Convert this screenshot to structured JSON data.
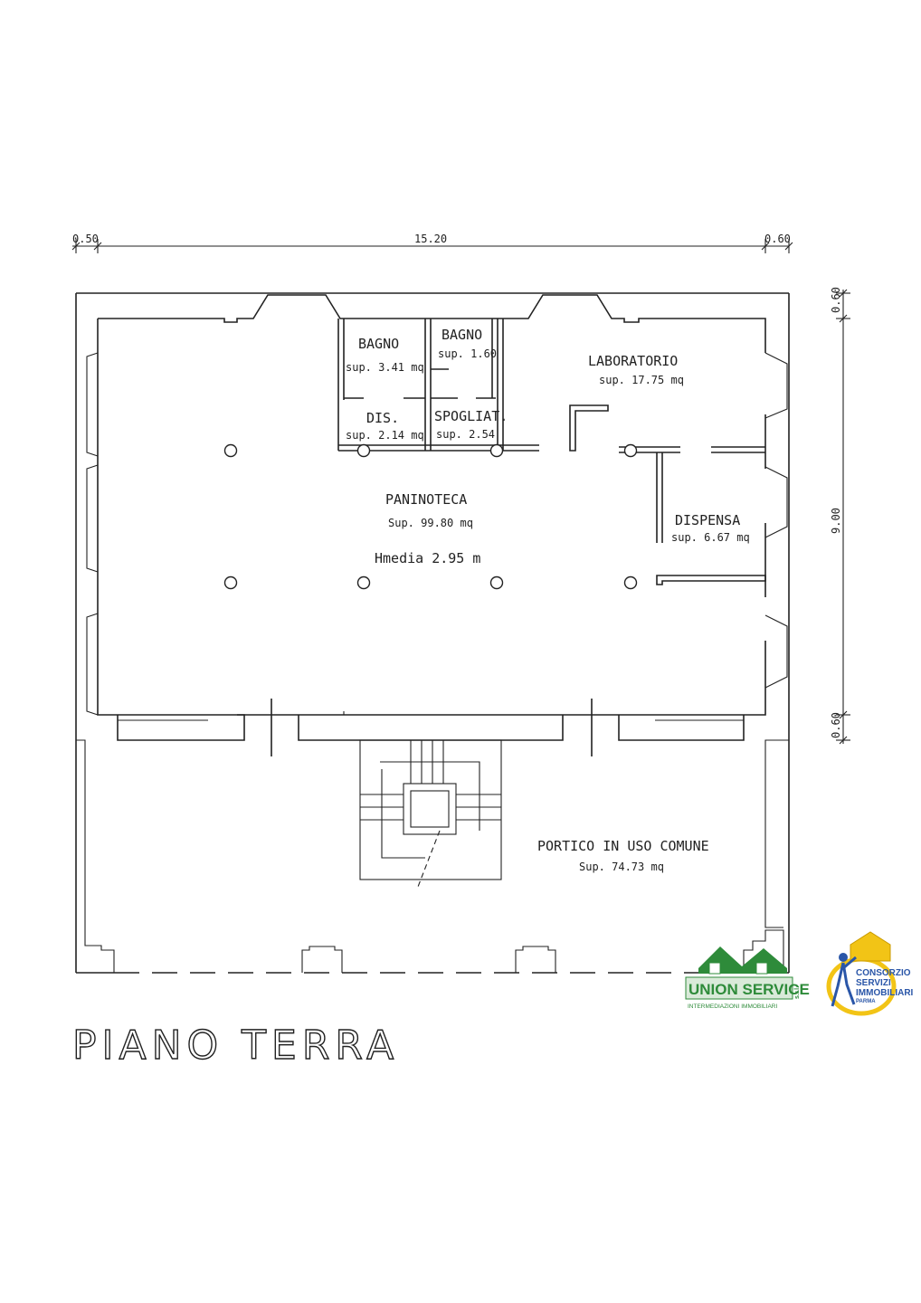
{
  "dimensions": {
    "top_left": "0.50",
    "top_main": "15.20",
    "top_right": "0.60",
    "right_top": "0.60",
    "right_main": "9.00",
    "right_bottom": "0.60"
  },
  "rooms": {
    "bagno1": {
      "name": "BAGNO",
      "area": "sup. 3.41 mq"
    },
    "bagno2": {
      "name": "BAGNO",
      "area": "sup. 1.60"
    },
    "laboratorio": {
      "name": "LABORATORIO",
      "area": "sup. 17.75 mq"
    },
    "dis": {
      "name": "DIS.",
      "area": "sup. 2.14 mq"
    },
    "spogliat": {
      "name": "SPOGLIAT.",
      "area": "sup. 2.54"
    },
    "paninoteca": {
      "name": "PANINOTECA",
      "area": "Sup. 99.80 mq",
      "height": "Hmedia 2.95 m"
    },
    "dispensa": {
      "name": "DISPENSA",
      "area": "sup. 6.67 mq"
    },
    "portico": {
      "name": "PORTICO IN USO COMUNE",
      "area": "Sup. 74.73 mq"
    }
  },
  "title": "PIANO TERRA",
  "logos": {
    "union": {
      "name": "UNION SERVICE",
      "suffix": "s.r.l.",
      "tagline": "INTERMEDIAZIONI IMMOBILIARI"
    },
    "consorzio": {
      "line1": "CONSORZIO",
      "line2": "SERVIZI",
      "line3": "IMMOBILIARI",
      "line4": "PARMA"
    }
  },
  "colors": {
    "line": "#222222",
    "union_green": "#2e8b3a",
    "consorzio_blue": "#2a56a8",
    "consorzio_yellow": "#f2c416"
  }
}
